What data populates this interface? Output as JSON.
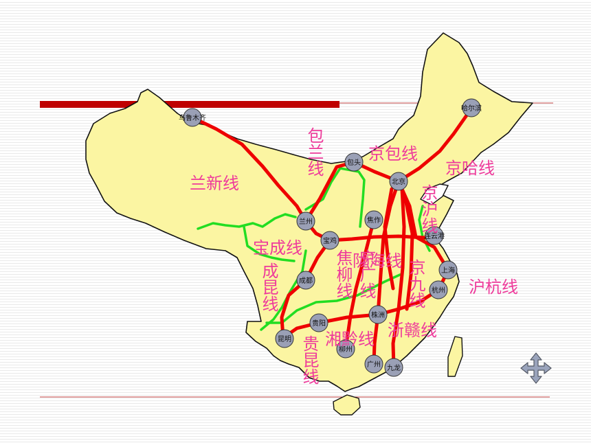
{
  "colors": {
    "land": "#fbf5a2",
    "border": "#111111",
    "sea": "#ffffff",
    "rail_primary": "#ee0000",
    "rail_secondary": "#22dd22",
    "label": "#ee3b9b",
    "city_marker": "#9aa0b6",
    "header_bar": "#bf0000",
    "rule_line": "#c04040",
    "nav_icon": "#9aa4bc"
  },
  "cities": {
    "urumqi": "乌鲁木齐",
    "harbin": "哈尔滨",
    "baotou": "包头",
    "beijing": "北京",
    "lanzhou": "兰州",
    "jiaozuo": "焦作",
    "lianyungang": "连云港",
    "baoji": "宝鸡",
    "shanghai": "上海",
    "chengdu": "成都",
    "hangzhou": "杭州",
    "guiyang": "贵阳",
    "zhuzhou": "株洲",
    "kunming": "昆明",
    "liuzhou": "柳州",
    "guangzhou": "广州",
    "jiulong": "九龙"
  },
  "railways": {
    "baolan": "包兰线",
    "jingbao": "京包线",
    "jingha": "京哈线",
    "lanxin": "兰新线",
    "jinghu": "京沪线",
    "baocheng": "宝成线",
    "longhai": "陇海线",
    "huhang": "沪杭线",
    "jiaoliu": "焦柳线",
    "jingguang": "京广线",
    "jingjiu": "京九线",
    "chengkun": "成昆线",
    "zhegan": "浙赣线",
    "xiangqian": "湘黔线",
    "guikun": "贵昆线"
  },
  "nav_icon": "four-arrows-navigation-icon"
}
